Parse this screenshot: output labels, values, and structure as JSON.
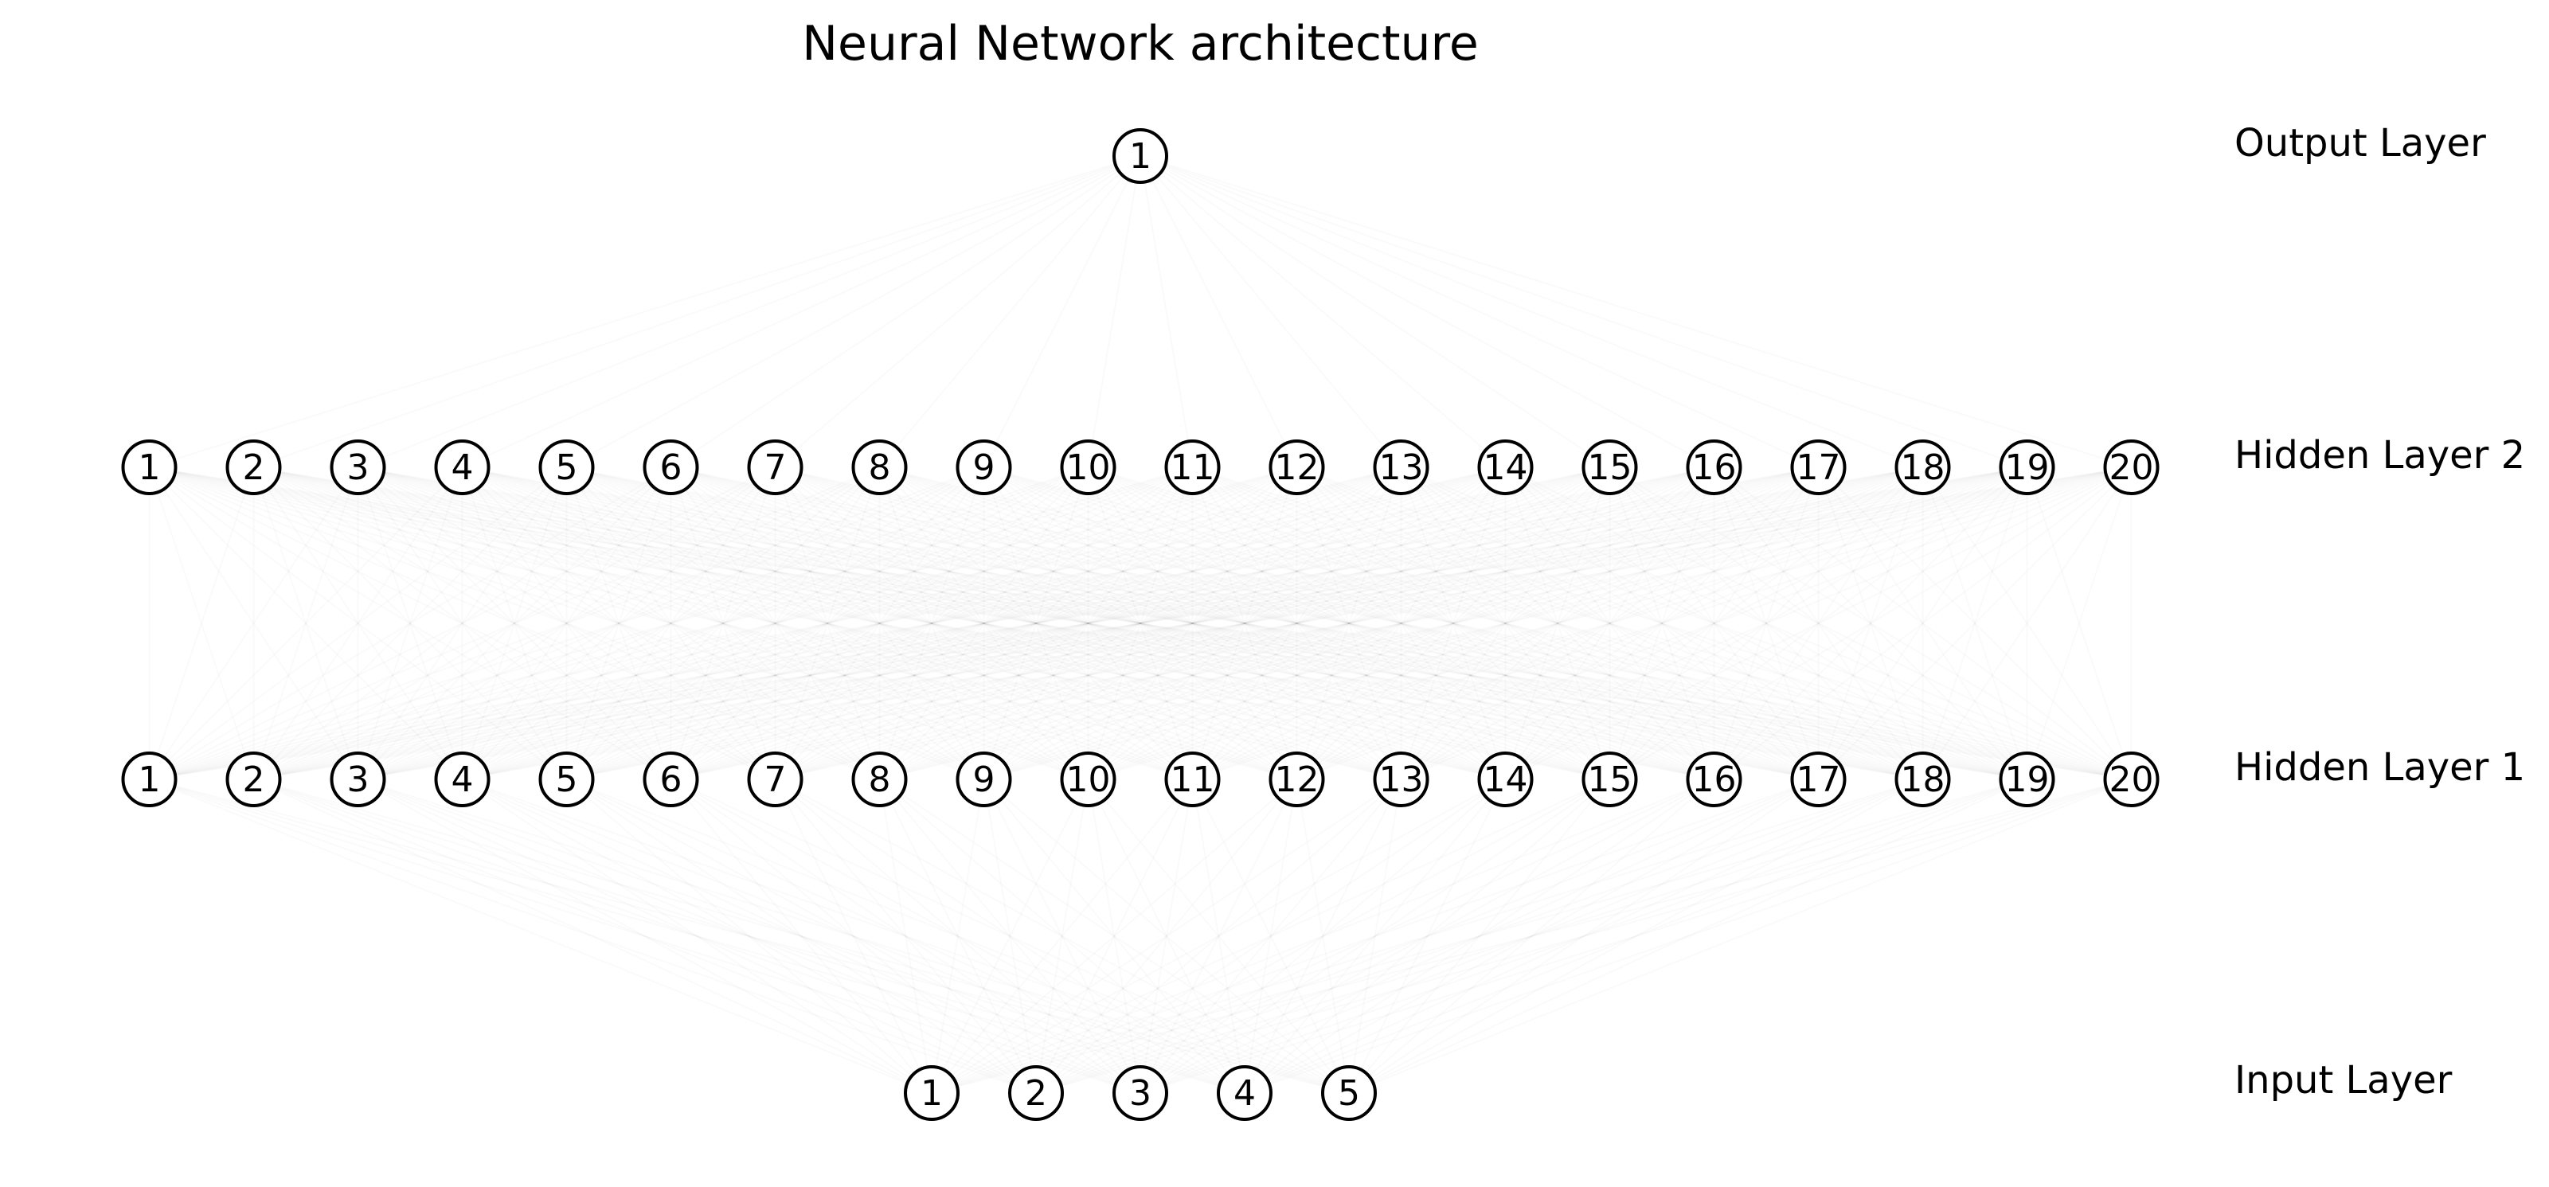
{
  "title": "Neural Network architecture",
  "colors": {
    "background": "#ffffff",
    "node_stroke": "#000000",
    "node_fill": "#ffffff",
    "text": "#000000"
  },
  "layers": [
    {
      "label": "Input Layer",
      "nodes": [
        "1",
        "2",
        "3",
        "4",
        "5"
      ]
    },
    {
      "label": "Hidden Layer 1",
      "nodes": [
        "1",
        "2",
        "3",
        "4",
        "5",
        "6",
        "7",
        "8",
        "9",
        "10",
        "11",
        "12",
        "13",
        "14",
        "15",
        "16",
        "17",
        "18",
        "19",
        "20"
      ]
    },
    {
      "label": "Hidden Layer 2",
      "nodes": [
        "1",
        "2",
        "3",
        "4",
        "5",
        "6",
        "7",
        "8",
        "9",
        "10",
        "11",
        "12",
        "13",
        "14",
        "15",
        "16",
        "17",
        "18",
        "19",
        "20"
      ]
    },
    {
      "label": "Output Layer",
      "nodes": [
        "1"
      ]
    }
  ]
}
